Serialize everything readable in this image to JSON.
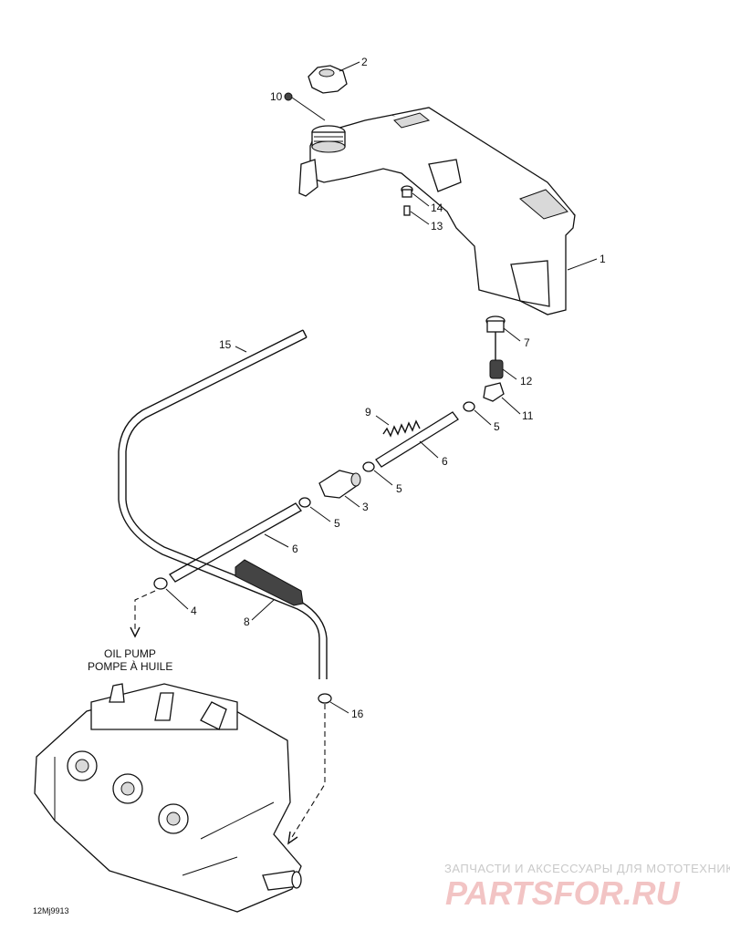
{
  "diagram": {
    "pump_label_line1": "OIL PUMP",
    "pump_label_line2": "POMPE À HUILE",
    "drawing_code": "12Mj9913",
    "callouts": {
      "c1": "1",
      "c2": "2",
      "c3": "3",
      "c4": "4",
      "c5a": "5",
      "c5b": "5",
      "c5c": "5",
      "c6a": "6",
      "c6b": "6",
      "c7": "7",
      "c8": "8",
      "c9": "9",
      "c10": "10",
      "c11": "11",
      "c12": "12",
      "c13": "13",
      "c14": "14",
      "c15": "15",
      "c16": "16"
    }
  },
  "watermark": {
    "top_text": "ЗАПЧАСТИ И АКСЕССУАРЫ ДЛЯ МОТОТЕХНИКИ",
    "brand_text": "PARTSFOR.RU"
  }
}
